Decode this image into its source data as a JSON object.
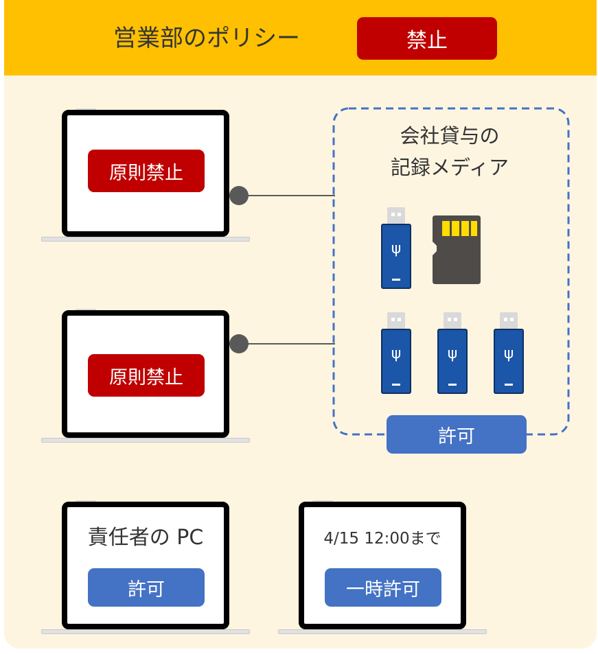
{
  "header": {
    "title": "営業部のポリシー",
    "policy_badge": "禁止"
  },
  "laptops": [
    {
      "badge": "原則禁止"
    },
    {
      "badge": "原則禁止"
    }
  ],
  "media_group": {
    "label_line1": "会社貸与の",
    "label_line2": "記録メディア",
    "status": "許可"
  },
  "manager_pc": {
    "label": "責任者の PC",
    "status": "許可"
  },
  "temp_pc": {
    "label": "4/15 12:00まで",
    "status": "一時許可"
  },
  "colors": {
    "header_bg": "#fec000",
    "panel_bg": "#fef5e1",
    "deny_red": "#c00000",
    "allow_blue": "#4472c4",
    "usb_blue": "#1b56a8",
    "dashed_border": "#4472c4"
  },
  "icons": [
    "laptop-icon",
    "usb-drive-icon",
    "microsd-card-icon"
  ]
}
